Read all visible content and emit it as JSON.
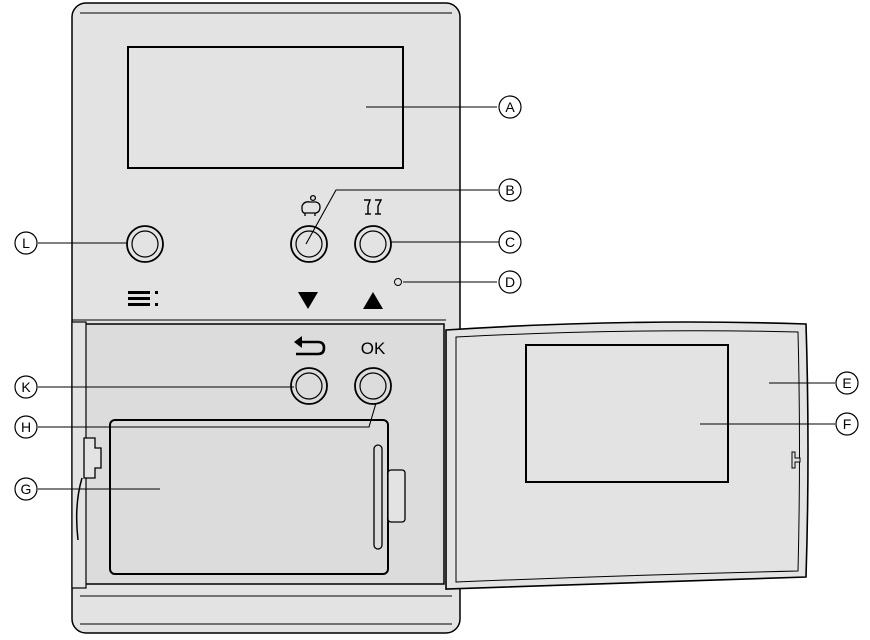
{
  "callouts": {
    "A": "A",
    "B": "B",
    "C": "C",
    "D": "D",
    "E": "E",
    "F": "F",
    "G": "G",
    "H": "H",
    "K": "K",
    "L": "L"
  },
  "button_symbols": {
    "ok_label": "OK"
  },
  "icons": {
    "menu": "menu-lines-icon",
    "eco": "piggy-bank-icon",
    "party": "party-glasses-icon",
    "back": "back-arrow-icon",
    "down": "triangle-down-icon",
    "up": "triangle-up-icon"
  },
  "colors": {
    "device_fill": "#e3e3e3",
    "lower_panel_fill": "#dcdcdc",
    "line": "#000000",
    "background": "#ffffff"
  }
}
